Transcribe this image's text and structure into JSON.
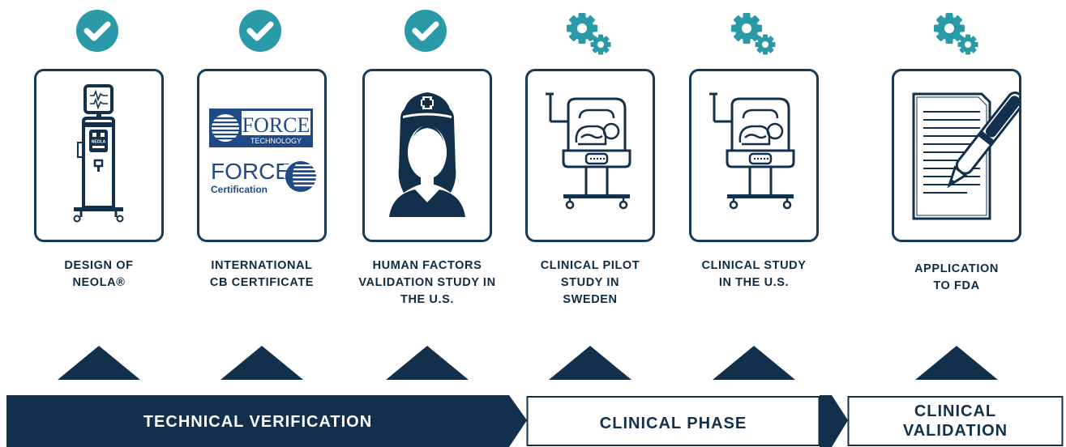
{
  "steps": [
    {
      "id": "design",
      "line1": "DESIGN OF",
      "line2": "NEOLA®",
      "line3": "",
      "line4": "",
      "status": "check-icon",
      "illustration": "neola-device-icon"
    },
    {
      "id": "certificate",
      "line1": "INTERNATIONAL",
      "line2": "CB CERTIFICATE",
      "line3": "",
      "line4": "",
      "status": "check-icon",
      "illustration": "force-logos"
    },
    {
      "id": "human-factors",
      "line1": "HUMAN FACTORS",
      "line2": "VALIDATION STUDY IN",
      "line3": "THE U.S.",
      "line4": "",
      "status": "check-icon",
      "illustration": "nurse-icon"
    },
    {
      "id": "pilot",
      "line1": "CLINICAL PILOT",
      "line2": "STUDY IN",
      "line3": "SWEDEN",
      "line4": "",
      "status": "gears-icon",
      "illustration": "incubator-icon"
    },
    {
      "id": "clinical-us",
      "line1": "CLINICAL STUDY",
      "line2": "IN THE U.S.",
      "line3": "",
      "line4": "",
      "status": "gears-icon",
      "illustration": "incubator-icon"
    },
    {
      "id": "fda",
      "line1": "APPLICATION",
      "line2": "TO FDA",
      "line3": "",
      "line4": "",
      "status": "gears-icon",
      "illustration": "document-pen-icon"
    }
  ],
  "logos": {
    "force_technology_name": "FORCE",
    "force_technology_sub": "TECHNOLOGY",
    "force_certification_name": "FORCE",
    "force_certification_sub": "Certification"
  },
  "device_brand": "NEOLA",
  "phases": {
    "technical": "TECHNICAL VERIFICATION",
    "clinical": "CLINICAL PHASE",
    "validation_line1": "CLINICAL",
    "validation_line2": "VALIDATION"
  },
  "colors": {
    "navy": "#12304c",
    "teal": "#2b9aa8",
    "card_border": "#173b56"
  }
}
